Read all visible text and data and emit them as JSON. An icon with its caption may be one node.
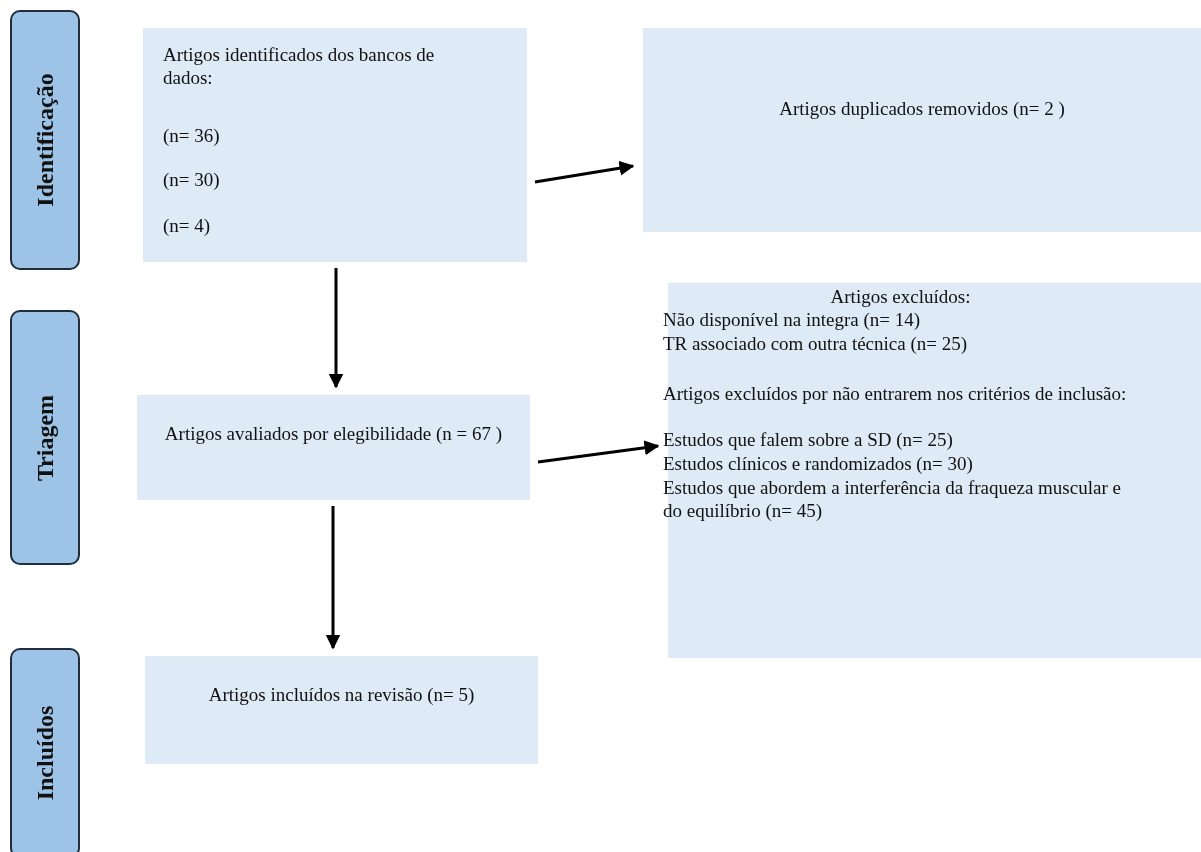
{
  "diagram": {
    "nodes": [
      {
        "text": [
          "Identificação"
        ]
      },
      {
        "text": [
          "Triagem"
        ]
      },
      {
        "text": [
          "Incluídos"
        ]
      },
      {
        "text": [
          "Artigos identificados dos bancos de dados:",
          "(n= 36)",
          "(n= 30)",
          "(n= 4)"
        ]
      },
      {
        "text": [
          "Artigos duplicados removidos (n= 2 )"
        ]
      },
      {
        "text": [
          "Artigos avaliados por elegibilidade (n = 67 )"
        ]
      },
      {
        "text": [
          "Artigos excluídos:",
          "Não disponível na integra (n= 14)",
          "TR associado com outra técnica (n= 25)",
          "Artigos excluídos por não entrarem nos critérios de inclusão:",
          "Estudos que falem sobre a SD (n= 25)",
          "Estudos clínicos e randomizados (n= 30)",
          "Estudos que abordem a interferência da fraqueza muscular e do equilíbrio (n= 45)"
        ]
      },
      {
        "text": [
          "Artigos incluídos na revisão (n= 5)"
        ]
      }
    ],
    "edges": [
      {
        "from": 3,
        "to": 4,
        "arrow": "to"
      },
      {
        "from": 3,
        "to": 5,
        "arrow": "to"
      },
      {
        "from": 5,
        "to": 6,
        "arrow": "to"
      },
      {
        "from": 5,
        "to": 7,
        "arrow": "to"
      }
    ]
  }
}
